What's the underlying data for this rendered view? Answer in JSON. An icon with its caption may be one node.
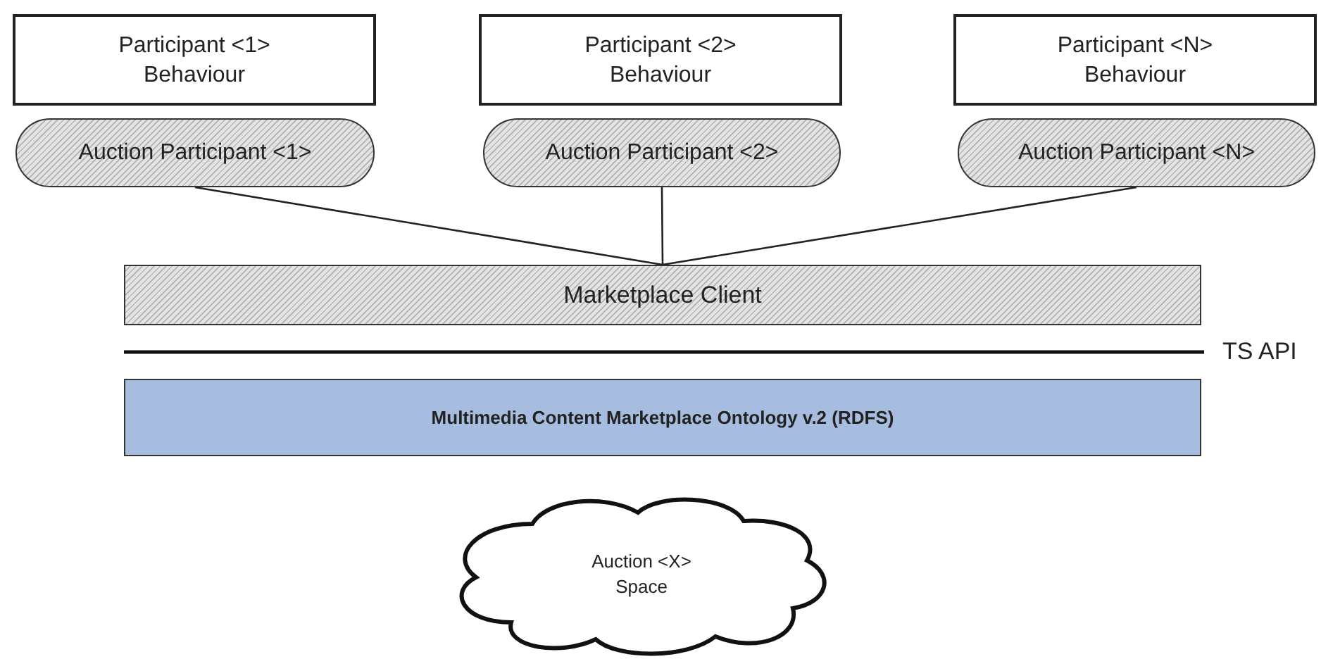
{
  "diagram": {
    "nodes": [
      {
        "text": [
          "Participant <1> Behaviour"
        ]
      },
      {
        "text": [
          "Participant <2> Behaviour"
        ]
      },
      {
        "text": [
          "Participant <N> Behaviour"
        ]
      },
      {
        "text": [
          "Auction Participant <1>"
        ]
      },
      {
        "text": [
          "Auction Participant <2>"
        ]
      },
      {
        "text": [
          "Auction Participant <N>"
        ]
      },
      {
        "text": [
          "Marketplace Client"
        ]
      },
      {
        "text": [
          "Multimedia Content Marketplace Ontology v.2 (RDFS)"
        ]
      },
      {
        "text": [
          "Auction <X> Space"
        ]
      }
    ],
    "edges": [
      {
        "from": 3,
        "to": 6,
        "arrow": "none"
      },
      {
        "from": 4,
        "to": 6,
        "arrow": "none"
      },
      {
        "from": 5,
        "to": 6,
        "arrow": "none"
      }
    ],
    "labels": [
      "TS API"
    ]
  }
}
